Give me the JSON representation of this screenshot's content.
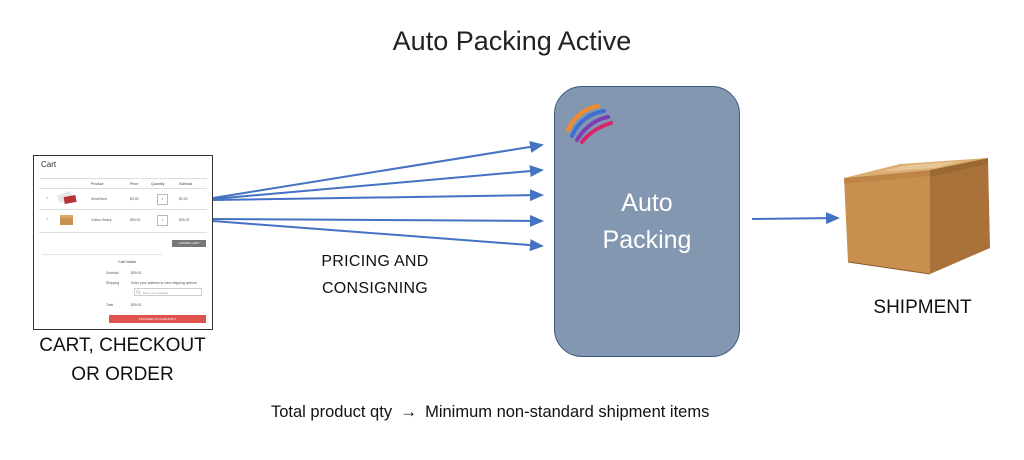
{
  "title": "Auto Packing Active",
  "cart": {
    "heading": "Cart",
    "columns": [
      "Product",
      "Price",
      "Quantity",
      "Subtotal"
    ],
    "rows": [
      {
        "remove": "×",
        "name": "Small Item",
        "price": "$3.00",
        "qty": "1",
        "subtotal": "$3.00"
      },
      {
        "remove": "×",
        "name": "Cotton Heavy",
        "price": "$90.00",
        "qty": "1",
        "subtotal": "$90.00"
      }
    ],
    "update_button": "UPDATE CART",
    "totals_heading": "Cart totals",
    "subtotal_label": "Subtotal",
    "subtotal_value": "$93.00",
    "shipping_label": "Shipping",
    "shipping_text": "Enter your address to view shipping options",
    "shipping_placeholder": "Enter your address",
    "total_label": "Total",
    "total_value": "$93.00",
    "checkout_button": "PROCEED TO CHECKOUT"
  },
  "caption_left_line1": "CART, CHECKOUT",
  "caption_left_line2": "OR ORDER",
  "pricing_line1": "PRICING  AND",
  "pricing_line2": "CONSIGNING",
  "box_label_line1": "Auto",
  "box_label_line2": "Packing",
  "shipment_label": "SHIPMENT",
  "footer": {
    "left": "Total product qty",
    "arrow": "→",
    "right": "Minimum non-standard shipment items"
  },
  "colors": {
    "box_fill": "#8497b0",
    "box_border": "#3b5a82",
    "arrow": "#4472c4",
    "checkout_button": "#e0524d",
    "logo_orange": "#f28a2e",
    "logo_blue": "#3f6fd1",
    "logo_purple": "#7b3fb5",
    "logo_magenta": "#d6246e"
  }
}
